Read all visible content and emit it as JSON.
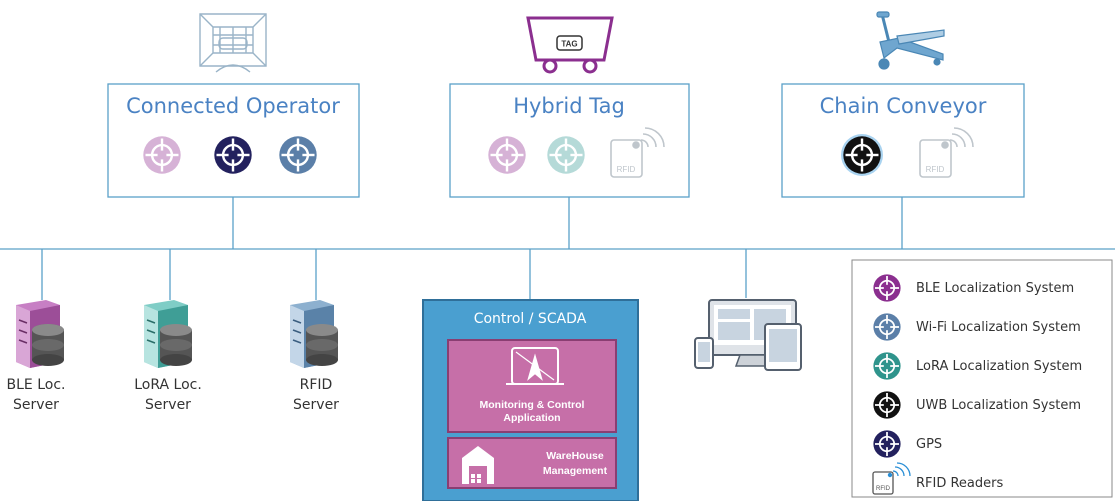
{
  "devices": [
    {
      "title": "Connected Operator"
    },
    {
      "title": "Hybrid Tag",
      "tag_icon_text": "TAG",
      "rfid_text": "RFID"
    },
    {
      "title": "Chain Conveyor",
      "rfid_text": "RFID"
    }
  ],
  "servers": [
    {
      "line1": "BLE Loc.",
      "line2": "Server"
    },
    {
      "line1": "LoRA Loc.",
      "line2": "Server"
    },
    {
      "line1": "RFID",
      "line2": "Server"
    }
  ],
  "scada": {
    "title": "Control / SCADA",
    "app_line1": "Monitoring & Control",
    "app_line2": "Application",
    "wh_line1": "WareHouse",
    "wh_line2": "Management"
  },
  "legend": {
    "items": [
      {
        "label": "BLE Localization System",
        "color": "#8b2f8f"
      },
      {
        "label": "Wi-Fi Localization System",
        "color": "#5b7fa8"
      },
      {
        "label": "LoRA Localization System",
        "color": "#2f948c"
      },
      {
        "label": "UWB Localization System",
        "color": "#111111"
      },
      {
        "label": "GPS",
        "color": "#23215e"
      },
      {
        "label": "RFID Readers",
        "color": "#2a8fd6"
      }
    ],
    "rfid_text": "RFID"
  },
  "colors": {
    "accent": "#4a82c3",
    "line": "#5ba0c8",
    "scada_bg": "#4a9fd0",
    "app_bg": "#c66fa8",
    "ble_faded": "#d6b2d6",
    "lora_faded": "#b5dad8",
    "rfid_faded": "#bfc6cc"
  }
}
